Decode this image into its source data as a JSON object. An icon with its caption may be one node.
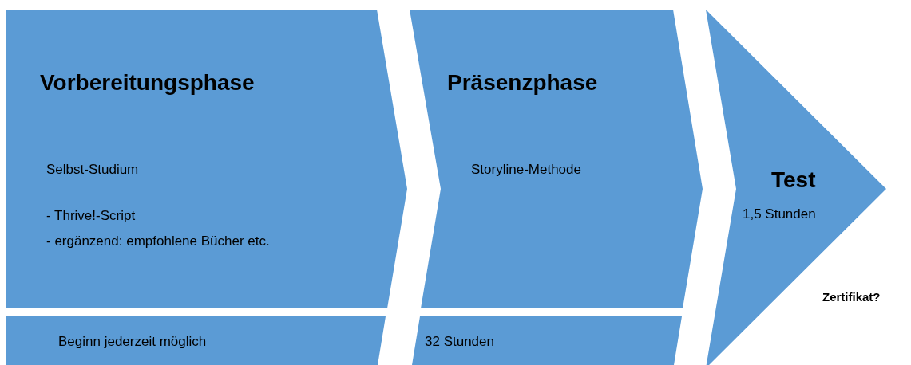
{
  "diagram": {
    "nodes": [
      {
        "text": [
          "Vorbereitungsphase",
          "Selbst-Studium",
          "- Thrive!-Script",
          "- ergänzend: empfohlene Bücher etc."
        ]
      },
      {
        "text": [
          "Beginn jederzeit möglich"
        ]
      },
      {
        "text": [
          "Präsenzphase",
          "Storyline-Methode"
        ]
      },
      {
        "text": [
          "32 Stunden"
        ]
      },
      {
        "text": [
          "Test",
          "1,5 Stunden"
        ]
      }
    ],
    "labels": [
      "Zertifikat?"
    ]
  }
}
